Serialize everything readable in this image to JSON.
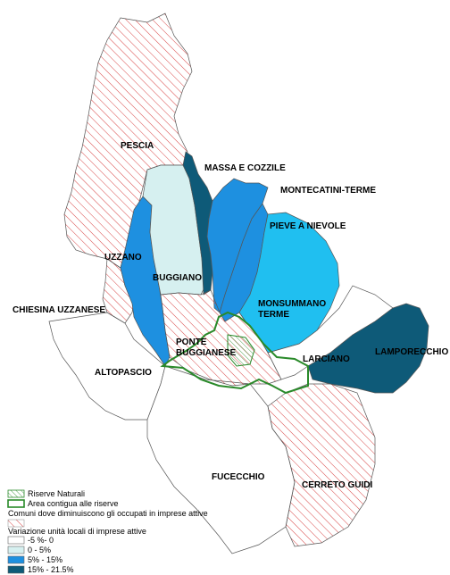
{
  "map": {
    "labels": {
      "pescia": "PESCIA",
      "massa": "MASSA E COZZILE",
      "montecatini": "MONTECATINI-TERME",
      "pieve": "PIEVE A NIEVOLE",
      "uzzano": "UZZANO",
      "buggiano": "BUGGIANO",
      "monsummano_1": "MONSUMMANO",
      "monsummano_2": "TERME",
      "chiesina": "CHIESINA UZZANESE",
      "ponte_1": "PONTE",
      "ponte_2": "BUGGIANESE",
      "larciano": "LARCIANO",
      "lamporecchio": "LAMPORECCHIO",
      "altopascio": "ALTOPASCIO",
      "fucecchio": "FUCECCHIO",
      "cerreto": "CERRETO GUIDI"
    }
  },
  "legend": {
    "reserves": "Riserve Naturali",
    "contiguous": "Area contigua alle riserve",
    "decrease_title": "Comuni dove diminuiscono gli occupati in imprese attive",
    "variation_title": "Variazione unità locali di imprese attive",
    "classes": [
      {
        "label": "-5 %- 0",
        "color": "#ffffff"
      },
      {
        "label": "0 - 5%",
        "color": "#d6f0f0"
      },
      {
        "label": "5% - 15%",
        "color": "#1e90e0"
      },
      {
        "label": "15% - 21.5%",
        "color": "#0e5a78"
      }
    ],
    "colors": {
      "hatch": "#d43030",
      "reserve_green": "#2a8a2a"
    }
  }
}
